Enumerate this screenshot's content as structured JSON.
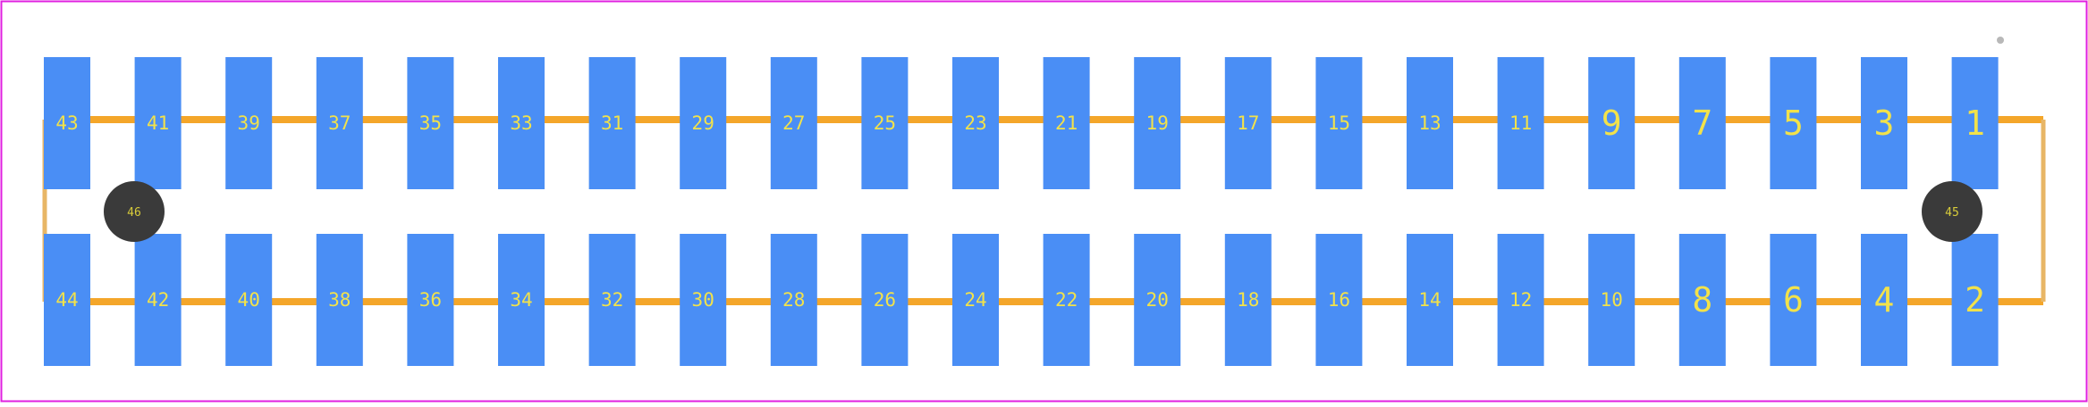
{
  "colors": {
    "background": "#ffffff",
    "board_outline": "#e020e0",
    "pad": "#4a8ef5",
    "trace": "#f4a62a",
    "side_trace": "#e8b666",
    "label": "#f2e24a",
    "mounting_hole": "#3a3a3a",
    "mounting_label": "#d8cc3a",
    "marker": "#b8b8b8"
  },
  "top_row": [
    "43",
    "41",
    "39",
    "37",
    "35",
    "33",
    "31",
    "29",
    "27",
    "25",
    "23",
    "21",
    "19",
    "17",
    "15",
    "13",
    "11",
    "9",
    "7",
    "5",
    "3",
    "1"
  ],
  "bottom_row": [
    "44",
    "42",
    "40",
    "38",
    "36",
    "34",
    "32",
    "30",
    "28",
    "26",
    "24",
    "22",
    "20",
    "18",
    "16",
    "14",
    "12",
    "10",
    "8",
    "6",
    "4",
    "2"
  ],
  "mounting_holes": [
    "46",
    "45"
  ]
}
